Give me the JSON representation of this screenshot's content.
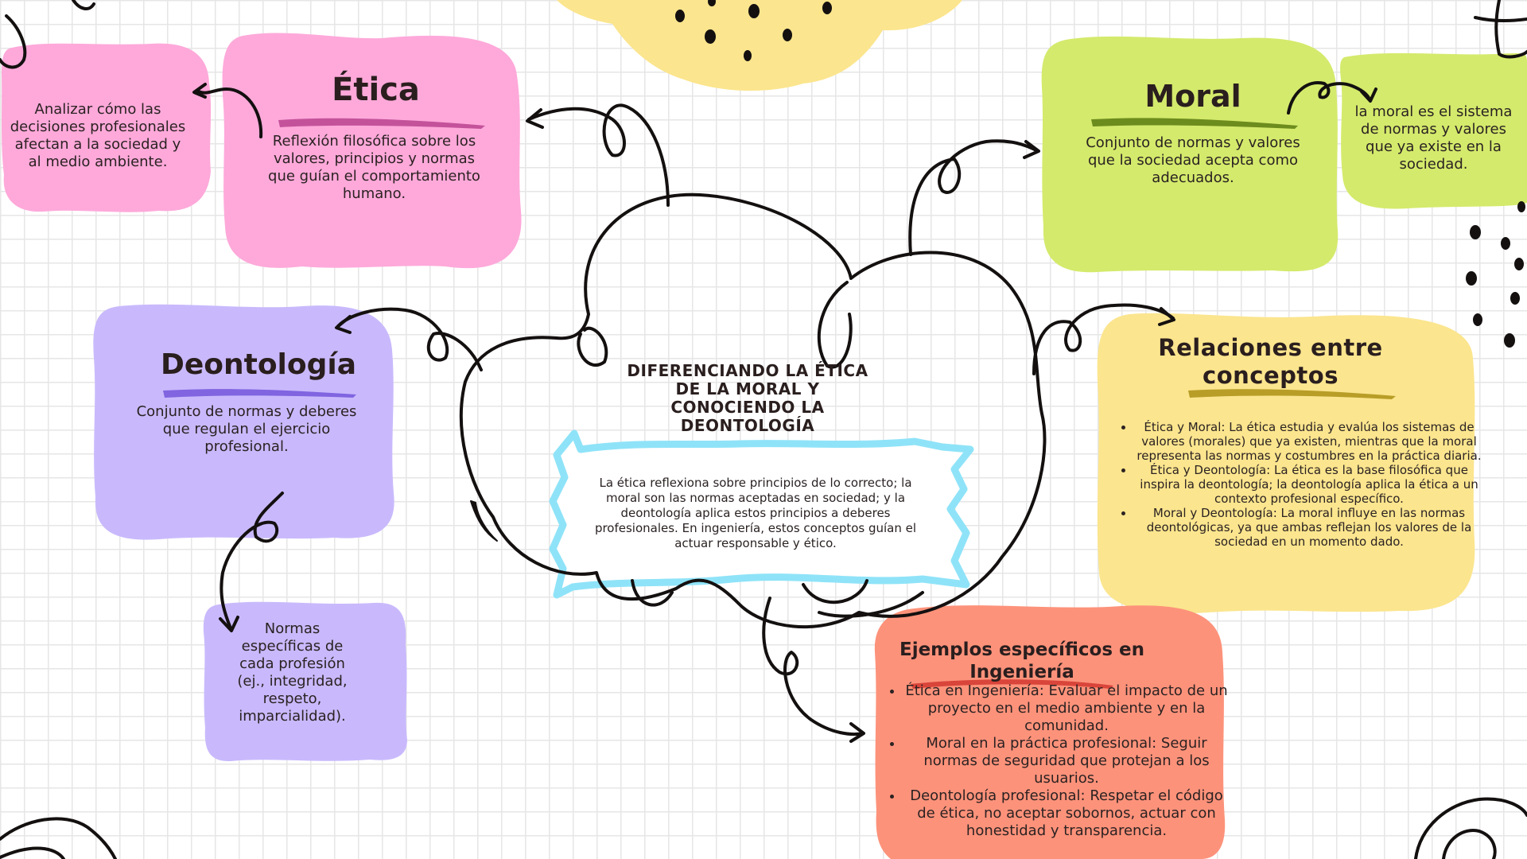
{
  "colors": {
    "pink": "#fea9da",
    "green": "#d4ea6c",
    "purple": "#c9b9fc",
    "yellow": "#fbe58e",
    "coral": "#fd927a",
    "cyan": "#8fe3f8",
    "ink": "#141010"
  },
  "center": {
    "title": "DIFERENCIANDO LA ÉTICA DE LA MORAL Y CONOCIENDO LA DEONTOLOGÍA",
    "summary": "La ética reflexiona sobre principios de lo correcto; la moral son las normas aceptadas en sociedad; y la deontología aplica estos principios a deberes profesionales. En ingeniería, estos conceptos guían el actuar responsable y ético."
  },
  "etica": {
    "title": "Ética",
    "definition": "Reflexión filosófica sobre los valores, principios y normas que guían el comportamiento humano.",
    "note": "Analizar cómo las decisiones profesionales afectan a la sociedad y al medio ambiente."
  },
  "moral": {
    "title": "Moral",
    "definition": "Conjunto de normas y valores que la sociedad acepta como adecuados.",
    "note": "la moral es el sistema de normas y valores que ya existe en la sociedad."
  },
  "deontologia": {
    "title": "Deontología",
    "definition": "Conjunto de normas y deberes que regulan el ejercicio profesional.",
    "note": "Normas específicas de cada profesión (ej., integridad, respeto, imparcialidad)."
  },
  "relaciones": {
    "title": "Relaciones entre conceptos",
    "items": [
      "Ética y Moral: La ética estudia y evalúa los sistemas de valores (morales) que ya existen, mientras que la moral representa las normas y costumbres en la práctica diaria.",
      "Ética y Deontología: La ética es la base filosófica que inspira la deontología; la deontología aplica la ética a un contexto profesional específico.",
      "Moral y Deontología: La moral influye en las normas deontológicas, ya que ambas reflejan los valores de la sociedad en un momento dado."
    ]
  },
  "ejemplos": {
    "title": "Ejemplos específicos en Ingeniería",
    "items": [
      "Ética en Ingeniería: Evaluar el impacto de un proyecto en el medio ambiente y en la comunidad.",
      "Moral en la práctica profesional: Seguir normas de seguridad que protejan a los usuarios.",
      "Deontología profesional: Respetar el código de ética, no aceptar sobornos, actuar con honestidad y transparencia."
    ]
  }
}
